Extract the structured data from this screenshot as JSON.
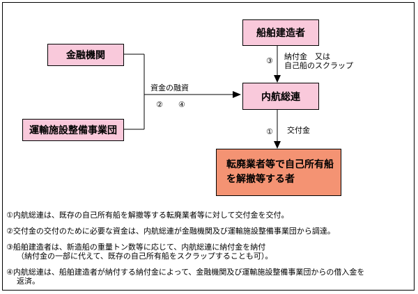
{
  "boxes": {
    "financial_institution": "金融機関",
    "transport_agency": "運輸施設整備事業団",
    "shipbuilder": "船舶建造者",
    "federation": "内航総連",
    "scrapper_line1": "転廃業者等で自己所有船",
    "scrapper_line2": "を解撤等する者"
  },
  "labels": {
    "financing": "資金の融資",
    "financing_steps": "②　　④",
    "payment_step": "③",
    "payment_line1": "納付金　又は",
    "payment_line2": "自己船のスクラップ",
    "grant_step": "①",
    "grant": "交付金"
  },
  "notes": [
    "①内航総連は、既存の自己所有船を解撤等する転廃業者等に対して交付金を交付。",
    "②交付金の交付のために必要な資金は、内航総連が金融機関及び運輸施設整備事業団から調達。",
    "③船舶建造者は、新造船の重量トン数等に応じて、内航総連に納付金を納付",
    "（納付金の一部に代えて、既存の自己所有船をスクラップすることも可）。",
    "④内航総連は、船舶建造者が納付する納付金によって、金融機関及び運輸施設整備事業団からの借入金を",
    "返済。"
  ],
  "colors": {
    "box_fill": "#f9c9db",
    "result_fill": "#f49373",
    "line": "#000000"
  }
}
